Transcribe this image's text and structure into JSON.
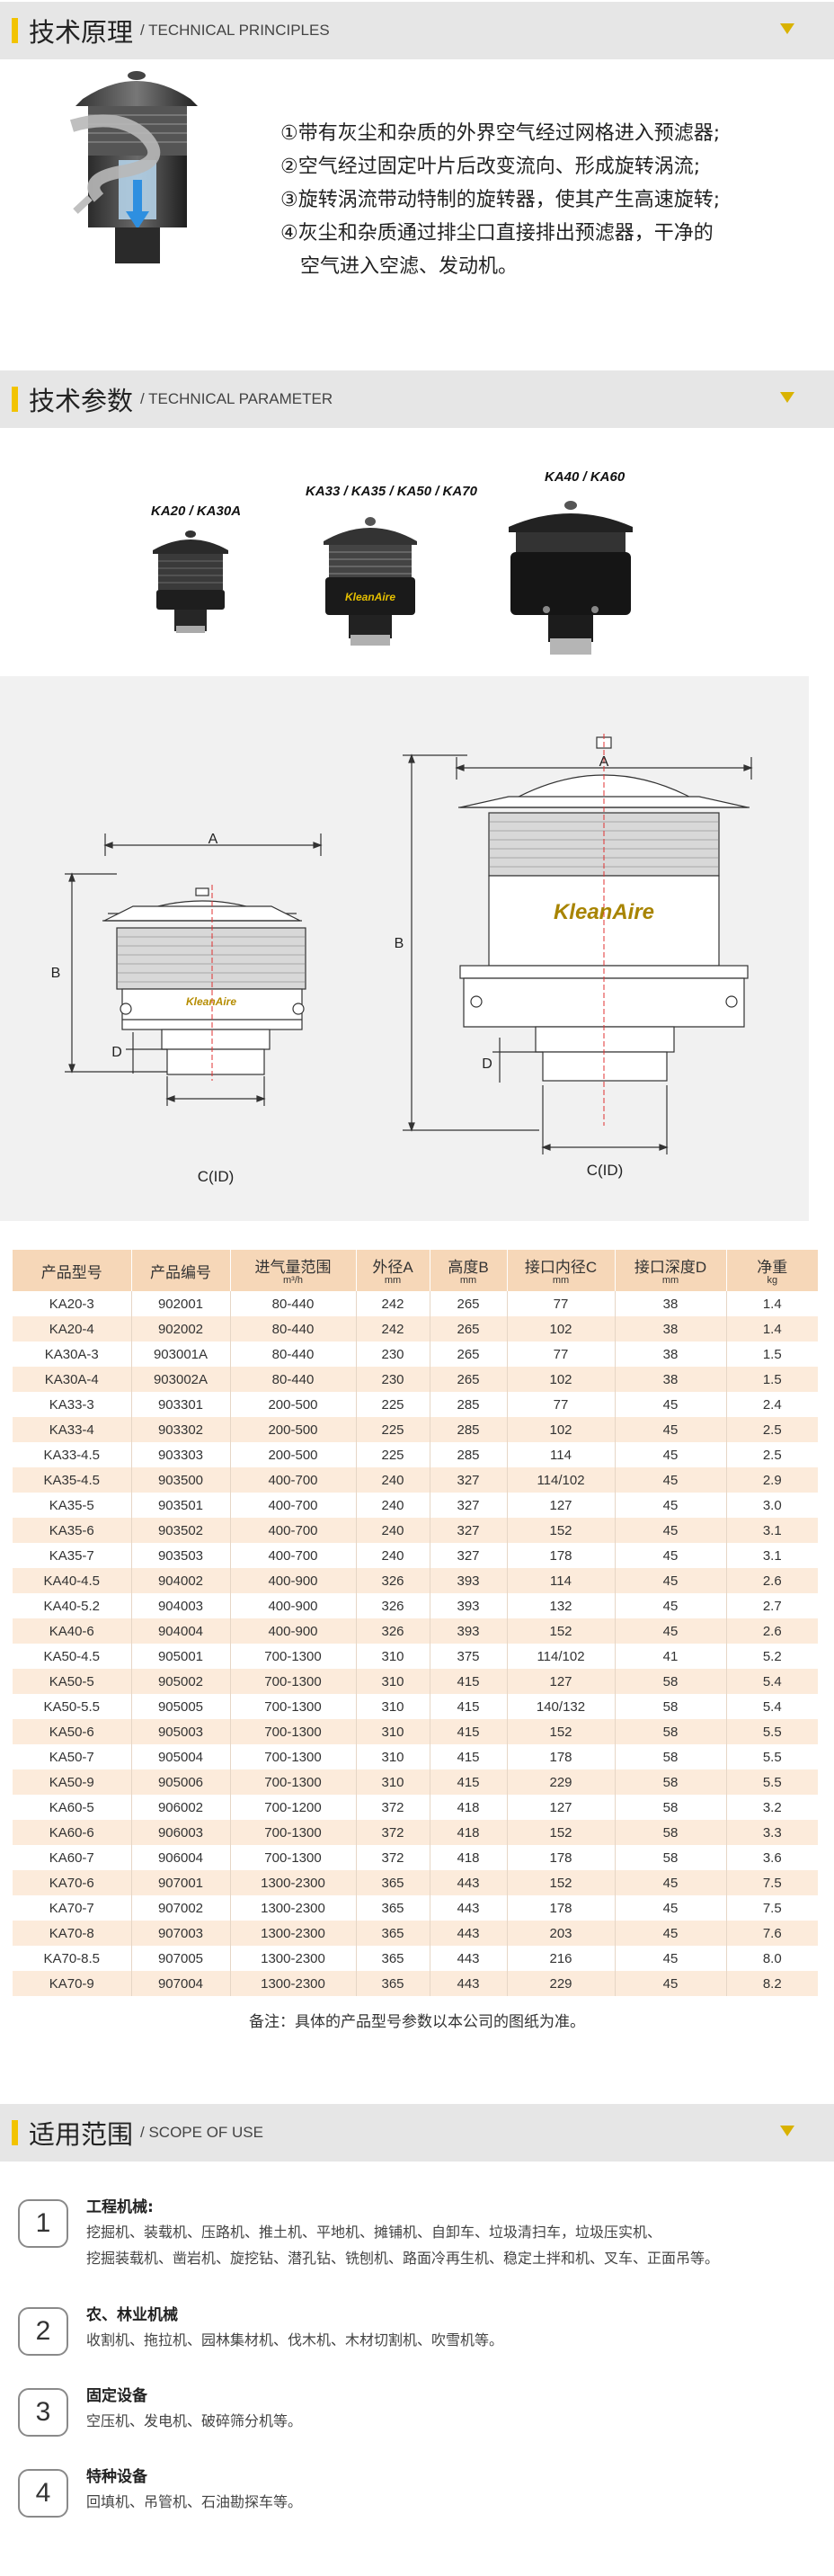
{
  "colors": {
    "accent": "#f2c300",
    "section_bar": "#e6e6e6",
    "table_header": "#f6d7b8",
    "table_even_row": "#fcebdb",
    "drawing_red_dashed": "#e03030"
  },
  "principles": {
    "title": "技术原理",
    "subtitle": "/ TECHNICAL PRINCIPLES",
    "items": [
      "①带有灰尘和杂质的外界空气经过网格进入预滤器;",
      "②空气经过固定叶片后改变流向、形成旋转涡流;",
      "③旋转涡流带动特制的旋转器，使其产生高速旋转;",
      "④灰尘和杂质通过排尘口直接排出预滤器，干净的"
    ],
    "item4_cont": "空气进入空滤、发动机。"
  },
  "parameters": {
    "title": "技术参数",
    "subtitle": "/ TECHNICAL PARAMETER",
    "models": [
      "KA20 / KA30A",
      "KA33 / KA35 / KA50 / KA70",
      "KA40 / KA60"
    ],
    "brand_logo": "KleanAire",
    "dim_labels": {
      "a": "A",
      "b": "B",
      "c": "C(ID)",
      "d": "D"
    }
  },
  "table": {
    "headers": [
      "产品型号",
      "产品编号",
      "进气量范围",
      "外径A",
      "高度B",
      "接口内径C",
      "接口深度D",
      "净重"
    ],
    "header_units": [
      "",
      "",
      "m³/h",
      "mm",
      "mm",
      "mm",
      "mm",
      "kg"
    ],
    "rows": [
      [
        "KA20-3",
        "902001",
        "80-440",
        "242",
        "265",
        "77",
        "38",
        "1.4"
      ],
      [
        "KA20-4",
        "902002",
        "80-440",
        "242",
        "265",
        "102",
        "38",
        "1.4"
      ],
      [
        "KA30A-3",
        "903001A",
        "80-440",
        "230",
        "265",
        "77",
        "38",
        "1.5"
      ],
      [
        "KA30A-4",
        "903002A",
        "80-440",
        "230",
        "265",
        "102",
        "38",
        "1.5"
      ],
      [
        "KA33-3",
        "903301",
        "200-500",
        "225",
        "285",
        "77",
        "45",
        "2.4"
      ],
      [
        "KA33-4",
        "903302",
        "200-500",
        "225",
        "285",
        "102",
        "45",
        "2.5"
      ],
      [
        "KA33-4.5",
        "903303",
        "200-500",
        "225",
        "285",
        "114",
        "45",
        "2.5"
      ],
      [
        "KA35-4.5",
        "903500",
        "400-700",
        "240",
        "327",
        "114/102",
        "45",
        "2.9"
      ],
      [
        "KA35-5",
        "903501",
        "400-700",
        "240",
        "327",
        "127",
        "45",
        "3.0"
      ],
      [
        "KA35-6",
        "903502",
        "400-700",
        "240",
        "327",
        "152",
        "45",
        "3.1"
      ],
      [
        "KA35-7",
        "903503",
        "400-700",
        "240",
        "327",
        "178",
        "45",
        "3.1"
      ],
      [
        "KA40-4.5",
        "904002",
        "400-900",
        "326",
        "393",
        "114",
        "45",
        "2.6"
      ],
      [
        "KA40-5.2",
        "904003",
        "400-900",
        "326",
        "393",
        "132",
        "45",
        "2.7"
      ],
      [
        "KA40-6",
        "904004",
        "400-900",
        "326",
        "393",
        "152",
        "45",
        "2.6"
      ],
      [
        "KA50-4.5",
        "905001",
        "700-1300",
        "310",
        "375",
        "114/102",
        "41",
        "5.2"
      ],
      [
        "KA50-5",
        "905002",
        "700-1300",
        "310",
        "415",
        "127",
        "58",
        "5.4"
      ],
      [
        "KA50-5.5",
        "905005",
        "700-1300",
        "310",
        "415",
        "140/132",
        "58",
        "5.4"
      ],
      [
        "KA50-6",
        "905003",
        "700-1300",
        "310",
        "415",
        "152",
        "58",
        "5.5"
      ],
      [
        "KA50-7",
        "905004",
        "700-1300",
        "310",
        "415",
        "178",
        "58",
        "5.5"
      ],
      [
        "KA50-9",
        "905006",
        "700-1300",
        "310",
        "415",
        "229",
        "58",
        "5.5"
      ],
      [
        "KA60-5",
        "906002",
        "700-1200",
        "372",
        "418",
        "127",
        "58",
        "3.2"
      ],
      [
        "KA60-6",
        "906003",
        "700-1300",
        "372",
        "418",
        "152",
        "58",
        "3.3"
      ],
      [
        "KA60-7",
        "906004",
        "700-1300",
        "372",
        "418",
        "178",
        "58",
        "3.6"
      ],
      [
        "KA70-6",
        "907001",
        "1300-2300",
        "365",
        "443",
        "152",
        "45",
        "7.5"
      ],
      [
        "KA70-7",
        "907002",
        "1300-2300",
        "365",
        "443",
        "178",
        "45",
        "7.5"
      ],
      [
        "KA70-8",
        "907003",
        "1300-2300",
        "365",
        "443",
        "203",
        "45",
        "7.6"
      ],
      [
        "KA70-8.5",
        "907005",
        "1300-2300",
        "365",
        "443",
        "216",
        "45",
        "8.0"
      ],
      [
        "KA70-9",
        "907004",
        "1300-2300",
        "365",
        "443",
        "229",
        "45",
        "8.2"
      ]
    ],
    "note": "备注：具体的产品型号参数以本公司的图纸为准。"
  },
  "scope": {
    "title": "适用范围",
    "subtitle": "/ SCOPE OF USE",
    "items": [
      {
        "num": "1",
        "title": "工程机械:",
        "lines": [
          "挖掘机、装载机、压路机、推土机、平地机、摊铺机、自卸车、垃圾清扫车，垃圾压实机、",
          "挖掘装载机、凿岩机、旋挖钻、潜孔钻、铣刨机、路面冷再生机、稳定土拌和机、叉车、正面吊等。"
        ]
      },
      {
        "num": "2",
        "title": "农、林业机械",
        "lines": [
          "收割机、拖拉机、园林集材机、伐木机、木材切割机、吹雪机等。"
        ]
      },
      {
        "num": "3",
        "title": "固定设备",
        "lines": [
          "空压机、发电机、破碎筛分机等。"
        ]
      },
      {
        "num": "4",
        "title": "特种设备",
        "lines": [
          "回填机、吊管机、石油勘探车等。"
        ]
      }
    ]
  }
}
